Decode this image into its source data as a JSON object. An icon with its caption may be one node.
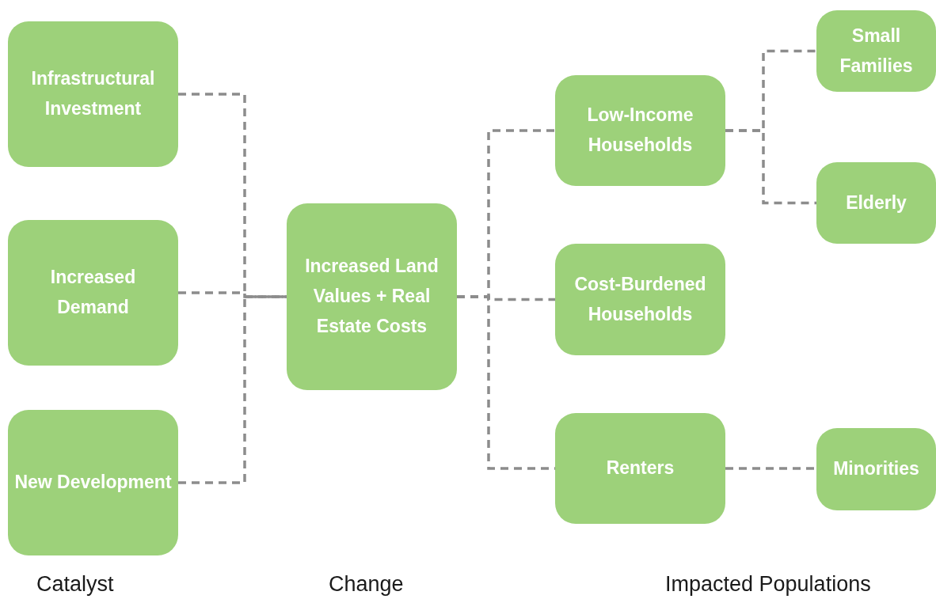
{
  "diagram": {
    "nodes": [
      {
        "text": [
          "Infrastructural Investment"
        ]
      },
      {
        "text": [
          "Increased Demand"
        ]
      },
      {
        "text": [
          "New Development"
        ]
      },
      {
        "text": [
          "Increased Land Values + Real Estate Costs"
        ]
      },
      {
        "text": [
          "Low-Income Households"
        ]
      },
      {
        "text": [
          "Cost-Burdened Households"
        ]
      },
      {
        "text": [
          "Renters"
        ]
      },
      {
        "text": [
          "Small Families"
        ]
      },
      {
        "text": [
          "Elderly"
        ]
      },
      {
        "text": [
          "Minorities"
        ]
      }
    ],
    "edges": [
      {
        "from": 0,
        "to": 3,
        "arrow": "none"
      },
      {
        "from": 1,
        "to": 3,
        "arrow": "none"
      },
      {
        "from": 2,
        "to": 3,
        "arrow": "none"
      },
      {
        "from": 3,
        "to": 4,
        "arrow": "none"
      },
      {
        "from": 3,
        "to": 5,
        "arrow": "none"
      },
      {
        "from": 3,
        "to": 6,
        "arrow": "none"
      },
      {
        "from": 4,
        "to": 7,
        "arrow": "none"
      },
      {
        "from": 4,
        "to": 8,
        "arrow": "none"
      },
      {
        "from": 6,
        "to": 9,
        "arrow": "none"
      }
    ],
    "labels": [
      "Catalyst",
      "Change",
      "Impacted Populations"
    ]
  }
}
